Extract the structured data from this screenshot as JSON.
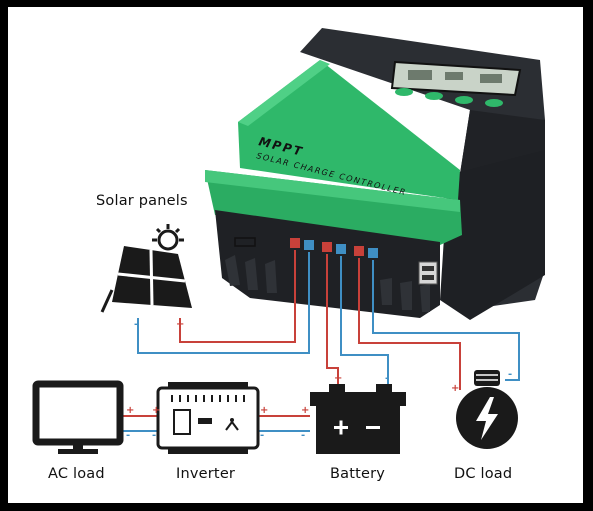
{
  "device": {
    "brand_line1": "MPPT",
    "brand_line2": "SOLAR CHARGE CONTROLLER"
  },
  "labels": {
    "solar_panels": "Solar panels",
    "ac_load": "AC load",
    "inverter": "Inverter",
    "battery": "Battery",
    "dc_load": "DC load"
  },
  "polarity": {
    "plus": "+",
    "minus": "-"
  },
  "colors": {
    "positive_wire": "#c8413a",
    "negative_wire": "#3f8fc4",
    "controller_green": "#2fb86a",
    "controller_body": "#2b2e33",
    "icon_dark": "#1a1a1a"
  },
  "icons": {
    "solar": "solar-panel-icon",
    "sun": "sun-icon",
    "monitor": "monitor-icon",
    "inverter": "inverter-icon",
    "battery": "battery-icon",
    "bulb": "light-bulb-icon",
    "usb": "usb-port-icon"
  }
}
